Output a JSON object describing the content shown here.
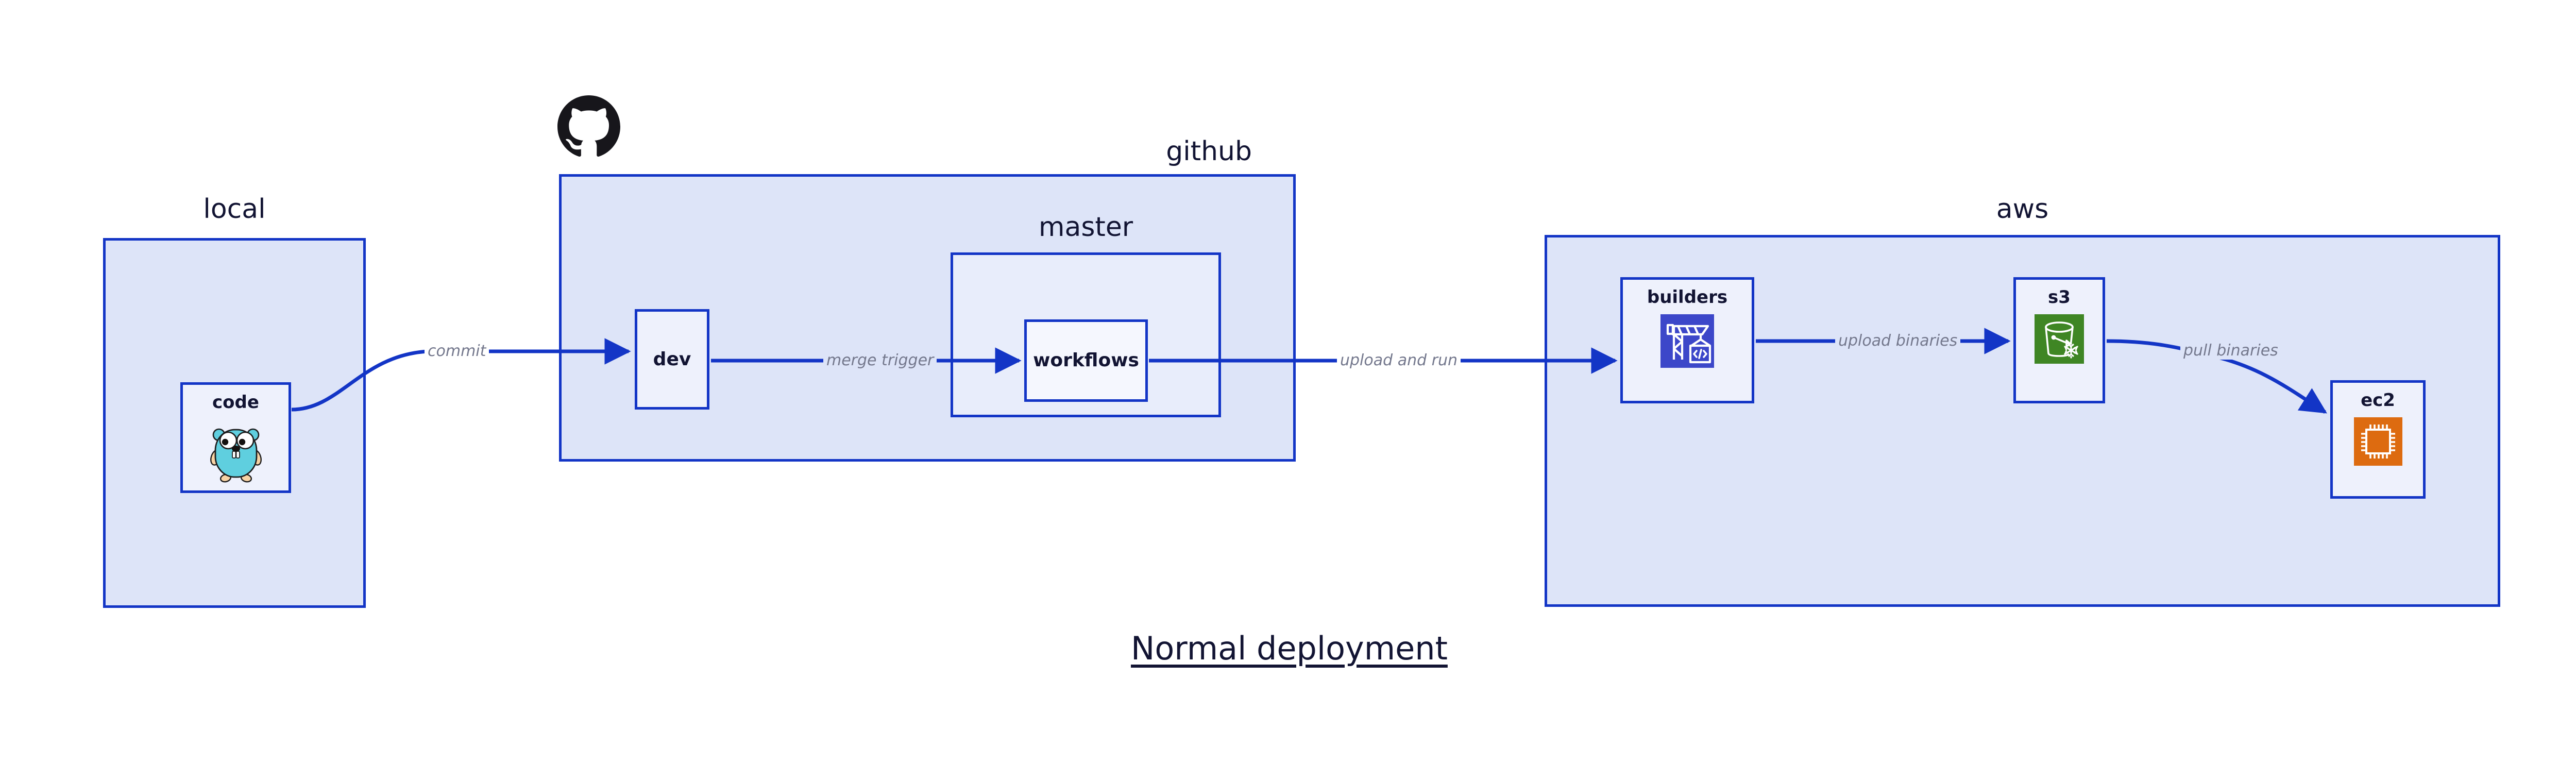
{
  "title": {
    "text": "Normal deployment"
  },
  "colors": {
    "cluster_fill": "#dde4f8",
    "cluster_fill_nested": "#e8edfb",
    "node_fill": "#eef1fc",
    "node_fill_inner": "#f5f7fe",
    "border": "#1335c6",
    "edge": "#1335c6",
    "text_dark": "#121433",
    "edge_label": "#74788d",
    "codebuild_indigo": "#3c47c9",
    "s3_green": "#3f8624",
    "ec2_orange": "#dd6b10",
    "gopher_cyan": "#5fcfdf",
    "gopher_tan": "#f7d2a4",
    "octocat_black": "#17161b",
    "background": "#ffffff"
  },
  "clusters": [
    {
      "id": "local",
      "label": "local",
      "label_align": "center"
    },
    {
      "id": "github",
      "label": "github",
      "label_align": "right"
    },
    {
      "id": "master",
      "label": "master",
      "label_align": "center"
    },
    {
      "id": "aws",
      "label": "aws",
      "label_align": "center"
    }
  ],
  "nodes": [
    {
      "id": "code",
      "label": "code",
      "icon": "go-gopher-icon",
      "cluster": "local"
    },
    {
      "id": "dev",
      "label": "dev",
      "icon": null,
      "cluster": "github"
    },
    {
      "id": "workflows",
      "label": "workflows",
      "icon": null,
      "cluster": "master"
    },
    {
      "id": "builders",
      "label": "builders",
      "icon": "aws-codebuild-icon",
      "cluster": "aws"
    },
    {
      "id": "s3",
      "label": "s3",
      "icon": "aws-s3-glacier-icon",
      "cluster": "aws"
    },
    {
      "id": "ec2",
      "label": "ec2",
      "icon": "aws-ec2-icon",
      "cluster": "aws"
    }
  ],
  "edges": [
    {
      "id": "code-dev",
      "from": "code",
      "to": "dev",
      "label": "commit"
    },
    {
      "id": "dev-workflows",
      "from": "dev",
      "to": "workflows",
      "label": "merge trigger"
    },
    {
      "id": "workflows-builders",
      "from": "workflows",
      "to": "builders",
      "label": "upload and run"
    },
    {
      "id": "builders-s3",
      "from": "builders",
      "to": "s3",
      "label": "upload binaries"
    },
    {
      "id": "s3-ec2",
      "from": "s3",
      "to": "ec2",
      "label": "pull binaries"
    }
  ],
  "logos": [
    {
      "id": "github-logo",
      "name": "github-octocat-icon"
    }
  ]
}
